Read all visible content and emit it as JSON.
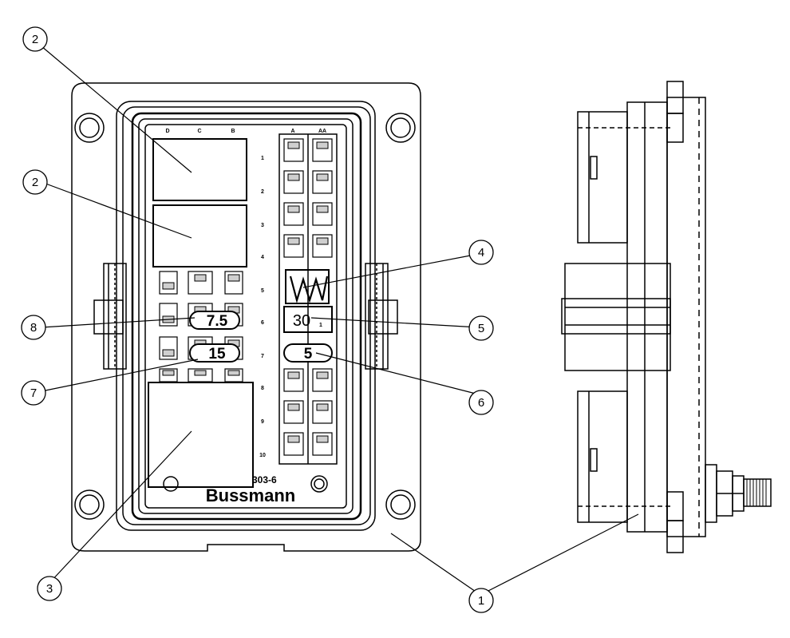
{
  "callouts": {
    "c1": "1",
    "c2a": "2",
    "c2b": "2",
    "c3": "3",
    "c4": "4",
    "c5": "5",
    "c6": "6",
    "c7": "7",
    "c8": "8"
  },
  "front": {
    "brand": "Bussmann",
    "part_number": "303-6",
    "column_labels": [
      "D",
      "C",
      "B",
      "A",
      "AA"
    ],
    "row_labels": [
      "1",
      "2",
      "3",
      "4",
      "5",
      "6",
      "7",
      "8",
      "9",
      "10"
    ],
    "fuses": {
      "left_top": "7.5",
      "left_bottom": "15",
      "right_top": "30",
      "right_bottom": "5"
    },
    "small_marker": "1"
  }
}
